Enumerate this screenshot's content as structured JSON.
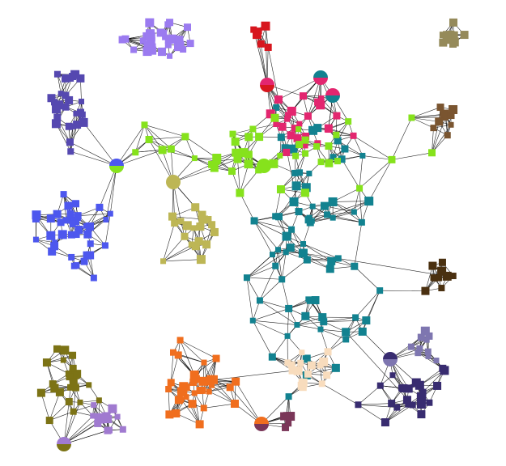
{
  "graph": {
    "background": "#ffffff",
    "edge_color": "#000000",
    "seed": 20240611,
    "clusters": [
      {
        "id": "violet",
        "color": "#9b7bf0",
        "count": 38
      },
      {
        "id": "slate-blue",
        "color": "#5548b0",
        "count": 26
      },
      {
        "id": "red",
        "color": "#d7161e",
        "count": 6
      },
      {
        "id": "teal",
        "color": "#128290",
        "count": 72
      },
      {
        "id": "khaki",
        "color": "#958a5a",
        "count": 10
      },
      {
        "id": "brown",
        "color": "#7a5530",
        "count": 10
      },
      {
        "id": "pink",
        "color": "#e3266f",
        "count": 24
      },
      {
        "id": "lime",
        "color": "#86e21c",
        "count": 46
      },
      {
        "id": "royal-blue",
        "color": "#4d57ee",
        "count": 40
      },
      {
        "id": "olive-yellow",
        "color": "#bdb655",
        "count": 20
      },
      {
        "id": "dark-olive",
        "color": "#7c7315",
        "count": 24
      },
      {
        "id": "orange",
        "color": "#f06e1e",
        "count": 36
      },
      {
        "id": "peach",
        "color": "#f8dcbd",
        "count": 16
      },
      {
        "id": "indigo",
        "color": "#382c70",
        "count": 24
      },
      {
        "id": "dark-brown",
        "color": "#4a3010",
        "count": 10
      },
      {
        "id": "periwinkle",
        "color": "#7e76b0",
        "count": 10
      },
      {
        "id": "plum",
        "color": "#7a3658",
        "count": 6
      },
      {
        "id": "orchid",
        "color": "#a07ad0",
        "count": 12
      }
    ]
  }
}
